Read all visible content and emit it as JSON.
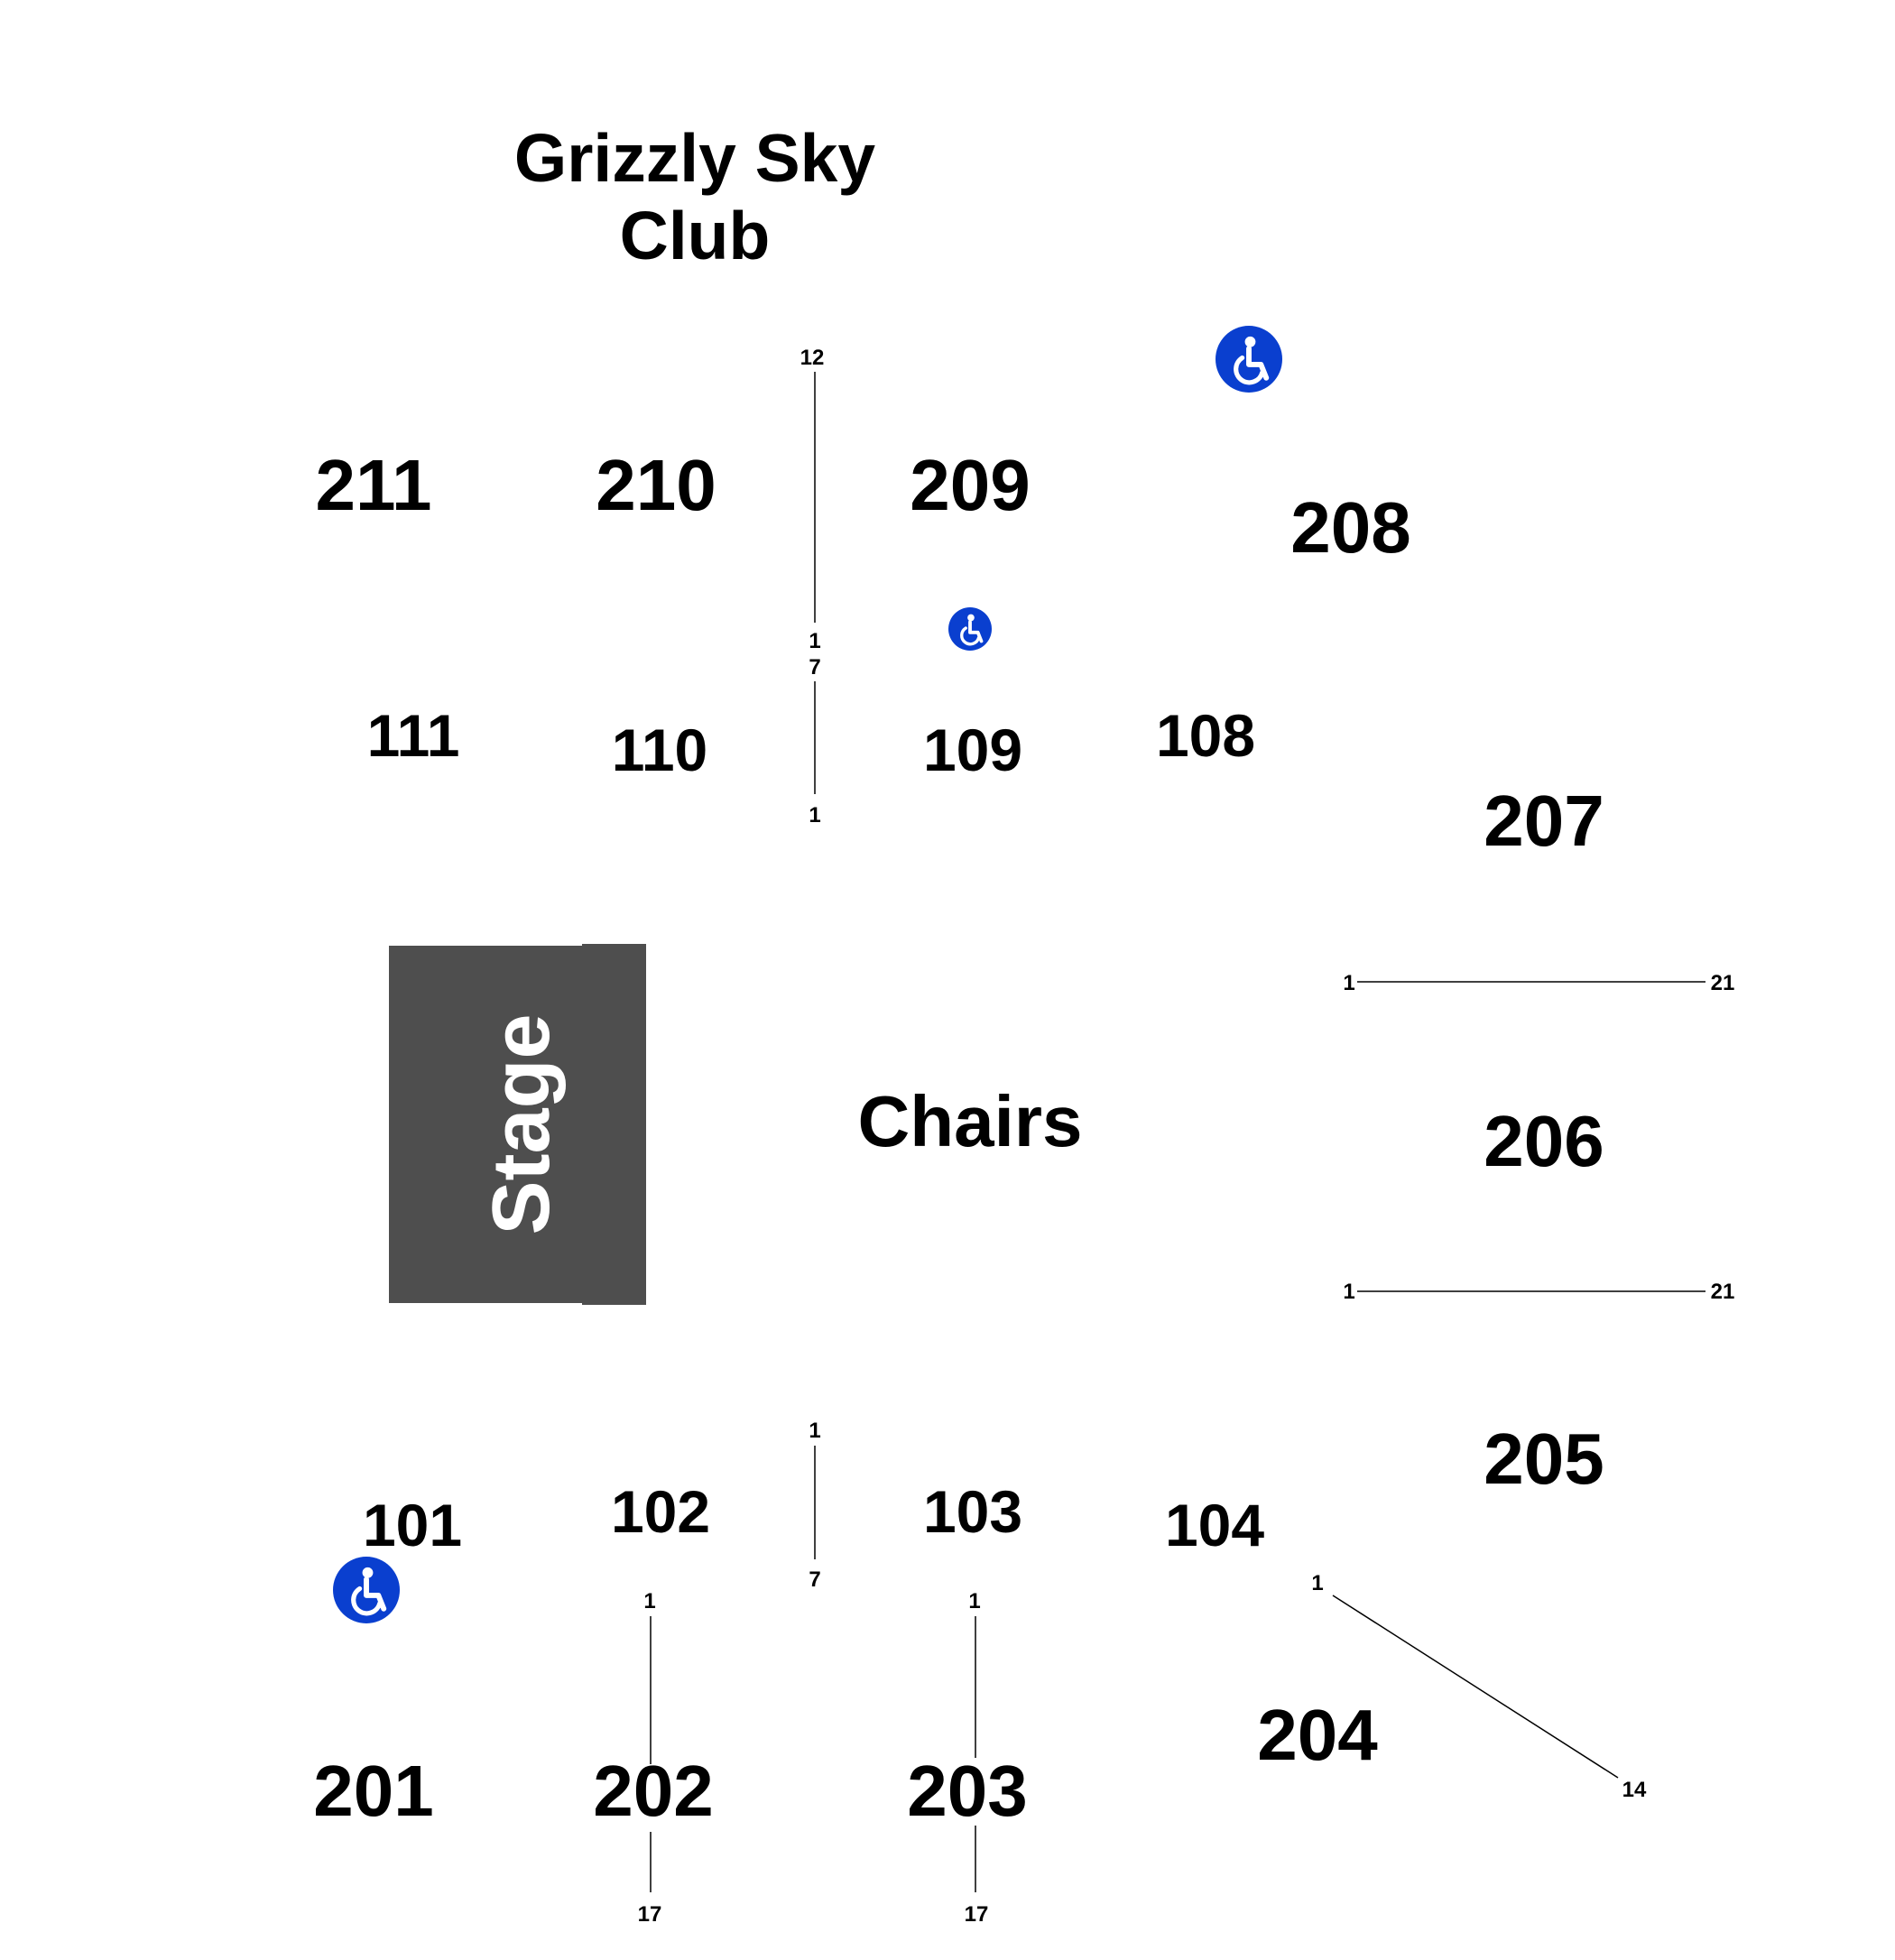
{
  "venue": {
    "title_line1": "Grizzly Sky",
    "title_line2": "Club"
  },
  "stage": {
    "label": "Stage"
  },
  "floor": {
    "label": "Chairs"
  },
  "sections": {
    "s211": "211",
    "s210": "210",
    "s209": "209",
    "s208": "208",
    "s207": "207",
    "s206": "206",
    "s205": "205",
    "s204": "204",
    "s203": "203",
    "s202": "202",
    "s201": "201",
    "s111": "111",
    "s110": "110",
    "s109": "109",
    "s108": "108",
    "s101": "101",
    "s102": "102",
    "s103": "103",
    "s104": "104"
  },
  "row_markers": {
    "upper_aisle_top": "12",
    "upper_aisle_bottom": "1",
    "lower_aisle_top": "7",
    "lower_aisle_bottom": "1",
    "right_top_left": "1",
    "right_top_right": "21",
    "right_mid_left": "1",
    "right_mid_right": "21",
    "front_aisle_top": "1",
    "front_aisle_bottom": "7",
    "s202_top": "1",
    "s202_bottom": "17",
    "s203_top": "1",
    "s203_bottom": "17",
    "s204_start": "1",
    "s204_end": "14"
  },
  "icons": {
    "accessible": "wheelchair-icon"
  },
  "colors": {
    "stage": "#4e4e4e",
    "accessible": "#0a3fcf",
    "text": "#000000",
    "background": "#ffffff"
  }
}
